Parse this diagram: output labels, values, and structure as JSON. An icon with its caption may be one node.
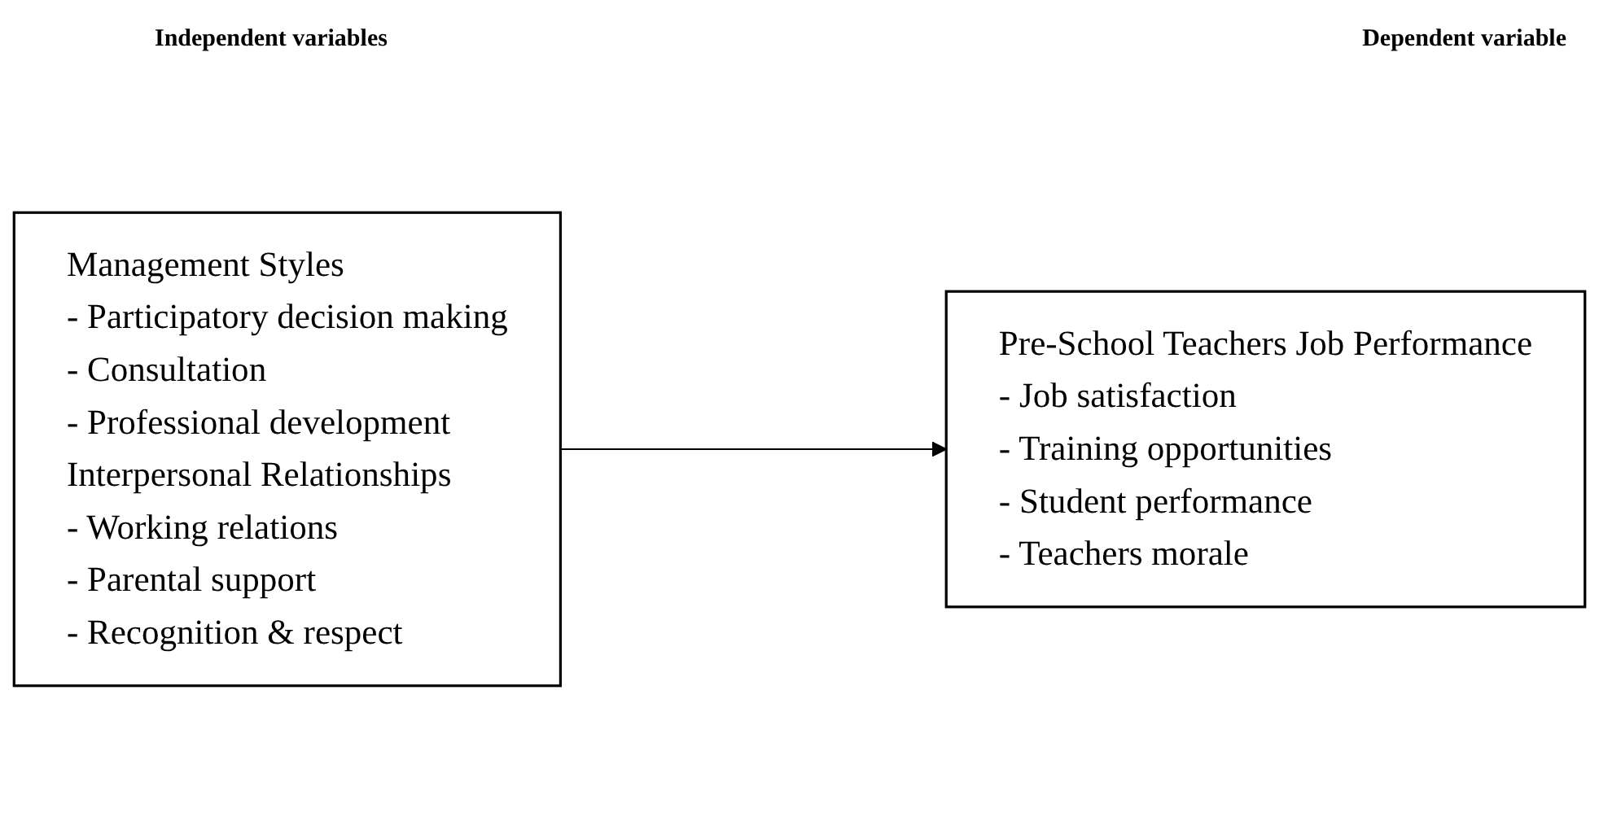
{
  "diagram": {
    "nodes": [
      {
        "text": [
          "Management Styles",
          "- Participatory decision making",
          "- Consultation",
          "- Professional development",
          "Interpersonal Relationships",
          "- Working relations",
          "- Parental support",
          "- Recognition & respect"
        ]
      },
      {
        "text": [
          "Pre-School Teachers Job Performance",
          "- Job satisfaction",
          "- Training opportunities",
          "- Student performance",
          "- Teachers morale"
        ]
      }
    ],
    "edges": [
      {
        "from": 0,
        "to": 1,
        "arrow": "to"
      }
    ],
    "labels": [
      "Independent variables",
      "Dependent variable"
    ]
  }
}
